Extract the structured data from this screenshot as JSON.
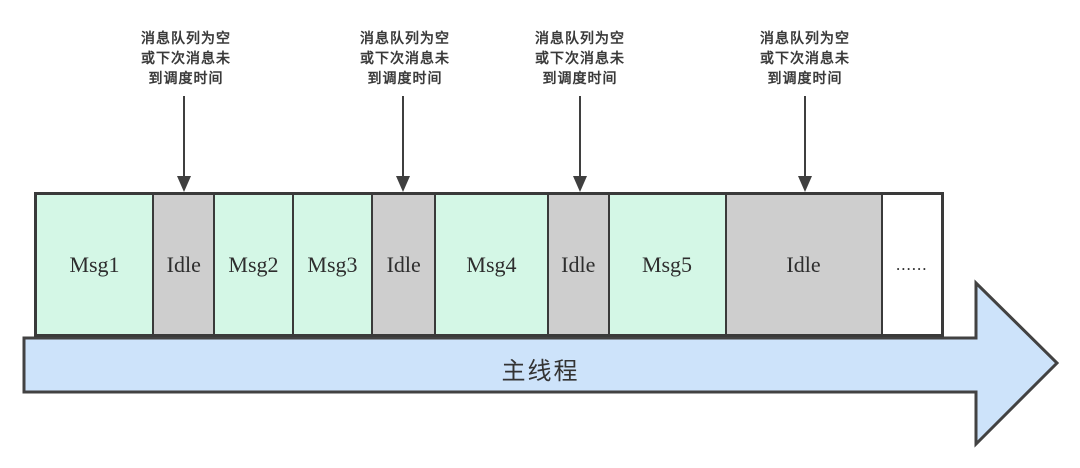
{
  "annotations": [
    {
      "lines": [
        "消息队列为空",
        "或下次消息未",
        "到调度时间"
      ],
      "points_to": "Idle"
    },
    {
      "lines": [
        "消息队列为空",
        "或下次消息未",
        "到调度时间"
      ],
      "points_to": "Idle"
    },
    {
      "lines": [
        "消息队列为空",
        "或下次消息未",
        "到调度时间"
      ],
      "points_to": "Idle"
    },
    {
      "lines": [
        "消息队列为空",
        "或下次消息未",
        "到调度时间"
      ],
      "points_to": "Idle"
    }
  ],
  "timeline": {
    "segments": [
      {
        "label": "Msg1",
        "type": "msg"
      },
      {
        "label": "Idle",
        "type": "idle"
      },
      {
        "label": "Msg2",
        "type": "msg"
      },
      {
        "label": "Msg3",
        "type": "msg"
      },
      {
        "label": "Idle",
        "type": "idle"
      },
      {
        "label": "Msg4",
        "type": "msg"
      },
      {
        "label": "Idle",
        "type": "idle"
      },
      {
        "label": "Msg5",
        "type": "msg"
      },
      {
        "label": "Idle",
        "type": "idle"
      },
      {
        "label": "......",
        "type": "more"
      }
    ]
  },
  "main_thread": {
    "label": "主线程"
  },
  "colors": {
    "msg_block": "#d4f7e6",
    "idle_block": "#cecece",
    "more_block": "#ffffff",
    "strip_border": "#3a3a3a",
    "connector": "#3f3f3f",
    "arrow_fill": "#cde3fa",
    "arrow_border": "#424242",
    "text": "#333333"
  }
}
